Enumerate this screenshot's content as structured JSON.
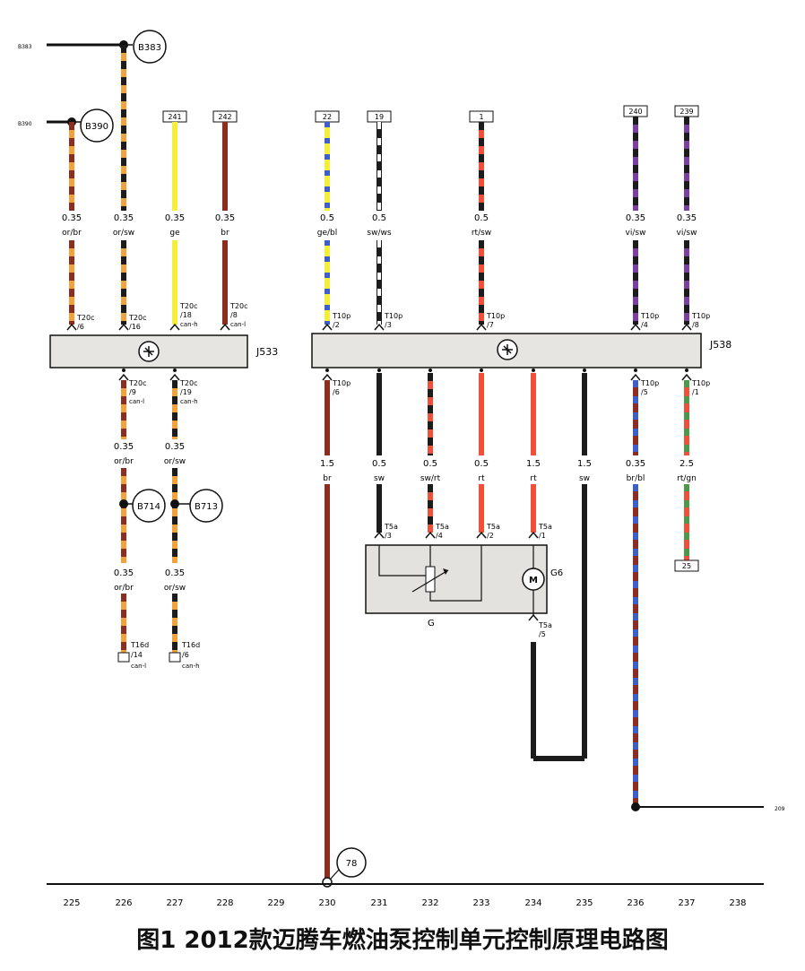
{
  "title": "图1 2012款迈腾车燃油泵控制单元控制原理电路图",
  "colors": {
    "or": "#f2a23c",
    "br": "#8b2e1f",
    "sw": "#1c1c1c",
    "ge": "#f5ef3c",
    "bl": "#3f5fc8",
    "ws": "#ffffff",
    "rt": "#f0503a",
    "vi": "#7a3fa0",
    "gn": "#4a9a4a",
    "box": "#e4e2de",
    "panel": "#e6e5e2"
  },
  "refs": {
    "b383": "B383",
    "b390": "B390",
    "b714": "B714",
    "b713": "B713",
    "r78": "78",
    "l_b383": "B383",
    "l_b390": "B390",
    "l_209": "209"
  },
  "ecu": {
    "j533": "J533",
    "j538": "J538",
    "g6": "G6",
    "g": "G",
    "motor": "M"
  },
  "terminals": {
    "t1": "241",
    "t2": "242",
    "t3": "22",
    "t4": "19",
    "t5": "1",
    "t6": "240",
    "t7": "239",
    "t8": "25"
  },
  "wires": [
    {
      "id": "w225",
      "size": "0.35",
      "color": "or/br"
    },
    {
      "id": "w226",
      "size": "0.35",
      "color": "or/sw"
    },
    {
      "id": "w227",
      "size": "0.35",
      "color": "ge"
    },
    {
      "id": "w228",
      "size": "0.35",
      "color": "br"
    },
    {
      "id": "w230",
      "size": "0.5",
      "color": "ge/bl"
    },
    {
      "id": "w231",
      "size": "0.5",
      "color": "sw/ws"
    },
    {
      "id": "w233",
      "size": "0.5",
      "color": "rt/sw"
    },
    {
      "id": "w236",
      "size": "0.35",
      "color": "vi/sw"
    },
    {
      "id": "w237",
      "size": "0.35",
      "color": "vi/sw"
    },
    {
      "id": "l226",
      "size": "0.35",
      "color": "or/br"
    },
    {
      "id": "l227",
      "size": "0.35",
      "color": "or/sw"
    },
    {
      "id": "m226",
      "size": "0.35",
      "color": "or/br"
    },
    {
      "id": "m227",
      "size": "0.35",
      "color": "or/sw"
    },
    {
      "id": "l230",
      "size": "1.5",
      "color": "br"
    },
    {
      "id": "l231",
      "size": "0.5",
      "color": "sw"
    },
    {
      "id": "l232",
      "size": "0.5",
      "color": "sw/rt"
    },
    {
      "id": "l233",
      "size": "0.5",
      "color": "rt"
    },
    {
      "id": "l234",
      "size": "1.5",
      "color": "rt"
    },
    {
      "id": "l235",
      "size": "1.5",
      "color": "sw"
    },
    {
      "id": "l236",
      "size": "0.35",
      "color": "br/bl"
    },
    {
      "id": "l237",
      "size": "2.5",
      "color": "rt/gn"
    }
  ],
  "pins": {
    "p1a": "T20c",
    "p1b": "/6",
    "p2a": "T20c",
    "p2b": "/16",
    "p3a": "T20c",
    "p3b": "/18",
    "p3c": "can-h",
    "p4a": "T20c",
    "p4b": "/8",
    "p4c": "can-l",
    "p5a": "T20c",
    "p5b": "/9",
    "p5c": "can-l",
    "p6a": "T20c",
    "p6b": "/19",
    "p6c": "can-h",
    "p7a": "T16d",
    "p7b": "/14",
    "p7c": "can-l",
    "p8a": "T16d",
    "p8b": "/6",
    "p8c": "can-h",
    "q1a": "T10p",
    "q1b": "/2",
    "q2a": "T10p",
    "q2b": "/3",
    "q3a": "T10p",
    "q3b": "/7",
    "q4a": "T10p",
    "q4b": "/4",
    "q5a": "T10p",
    "q5b": "/8",
    "q6a": "T10p",
    "q6b": "/6",
    "q7a": "T10p",
    "q7b": "/5",
    "q8a": "T10p",
    "q8b": "/1",
    "s1a": "T5a",
    "s1b": "/3",
    "s2a": "T5a",
    "s2b": "/4",
    "s3a": "T5a",
    "s3b": "/2",
    "s4a": "T5a",
    "s4b": "/1",
    "s5a": "T5a",
    "s5b": "/5"
  },
  "grid": [
    "225",
    "226",
    "227",
    "228",
    "229",
    "230",
    "231",
    "232",
    "233",
    "234",
    "235",
    "236",
    "237",
    "238"
  ]
}
